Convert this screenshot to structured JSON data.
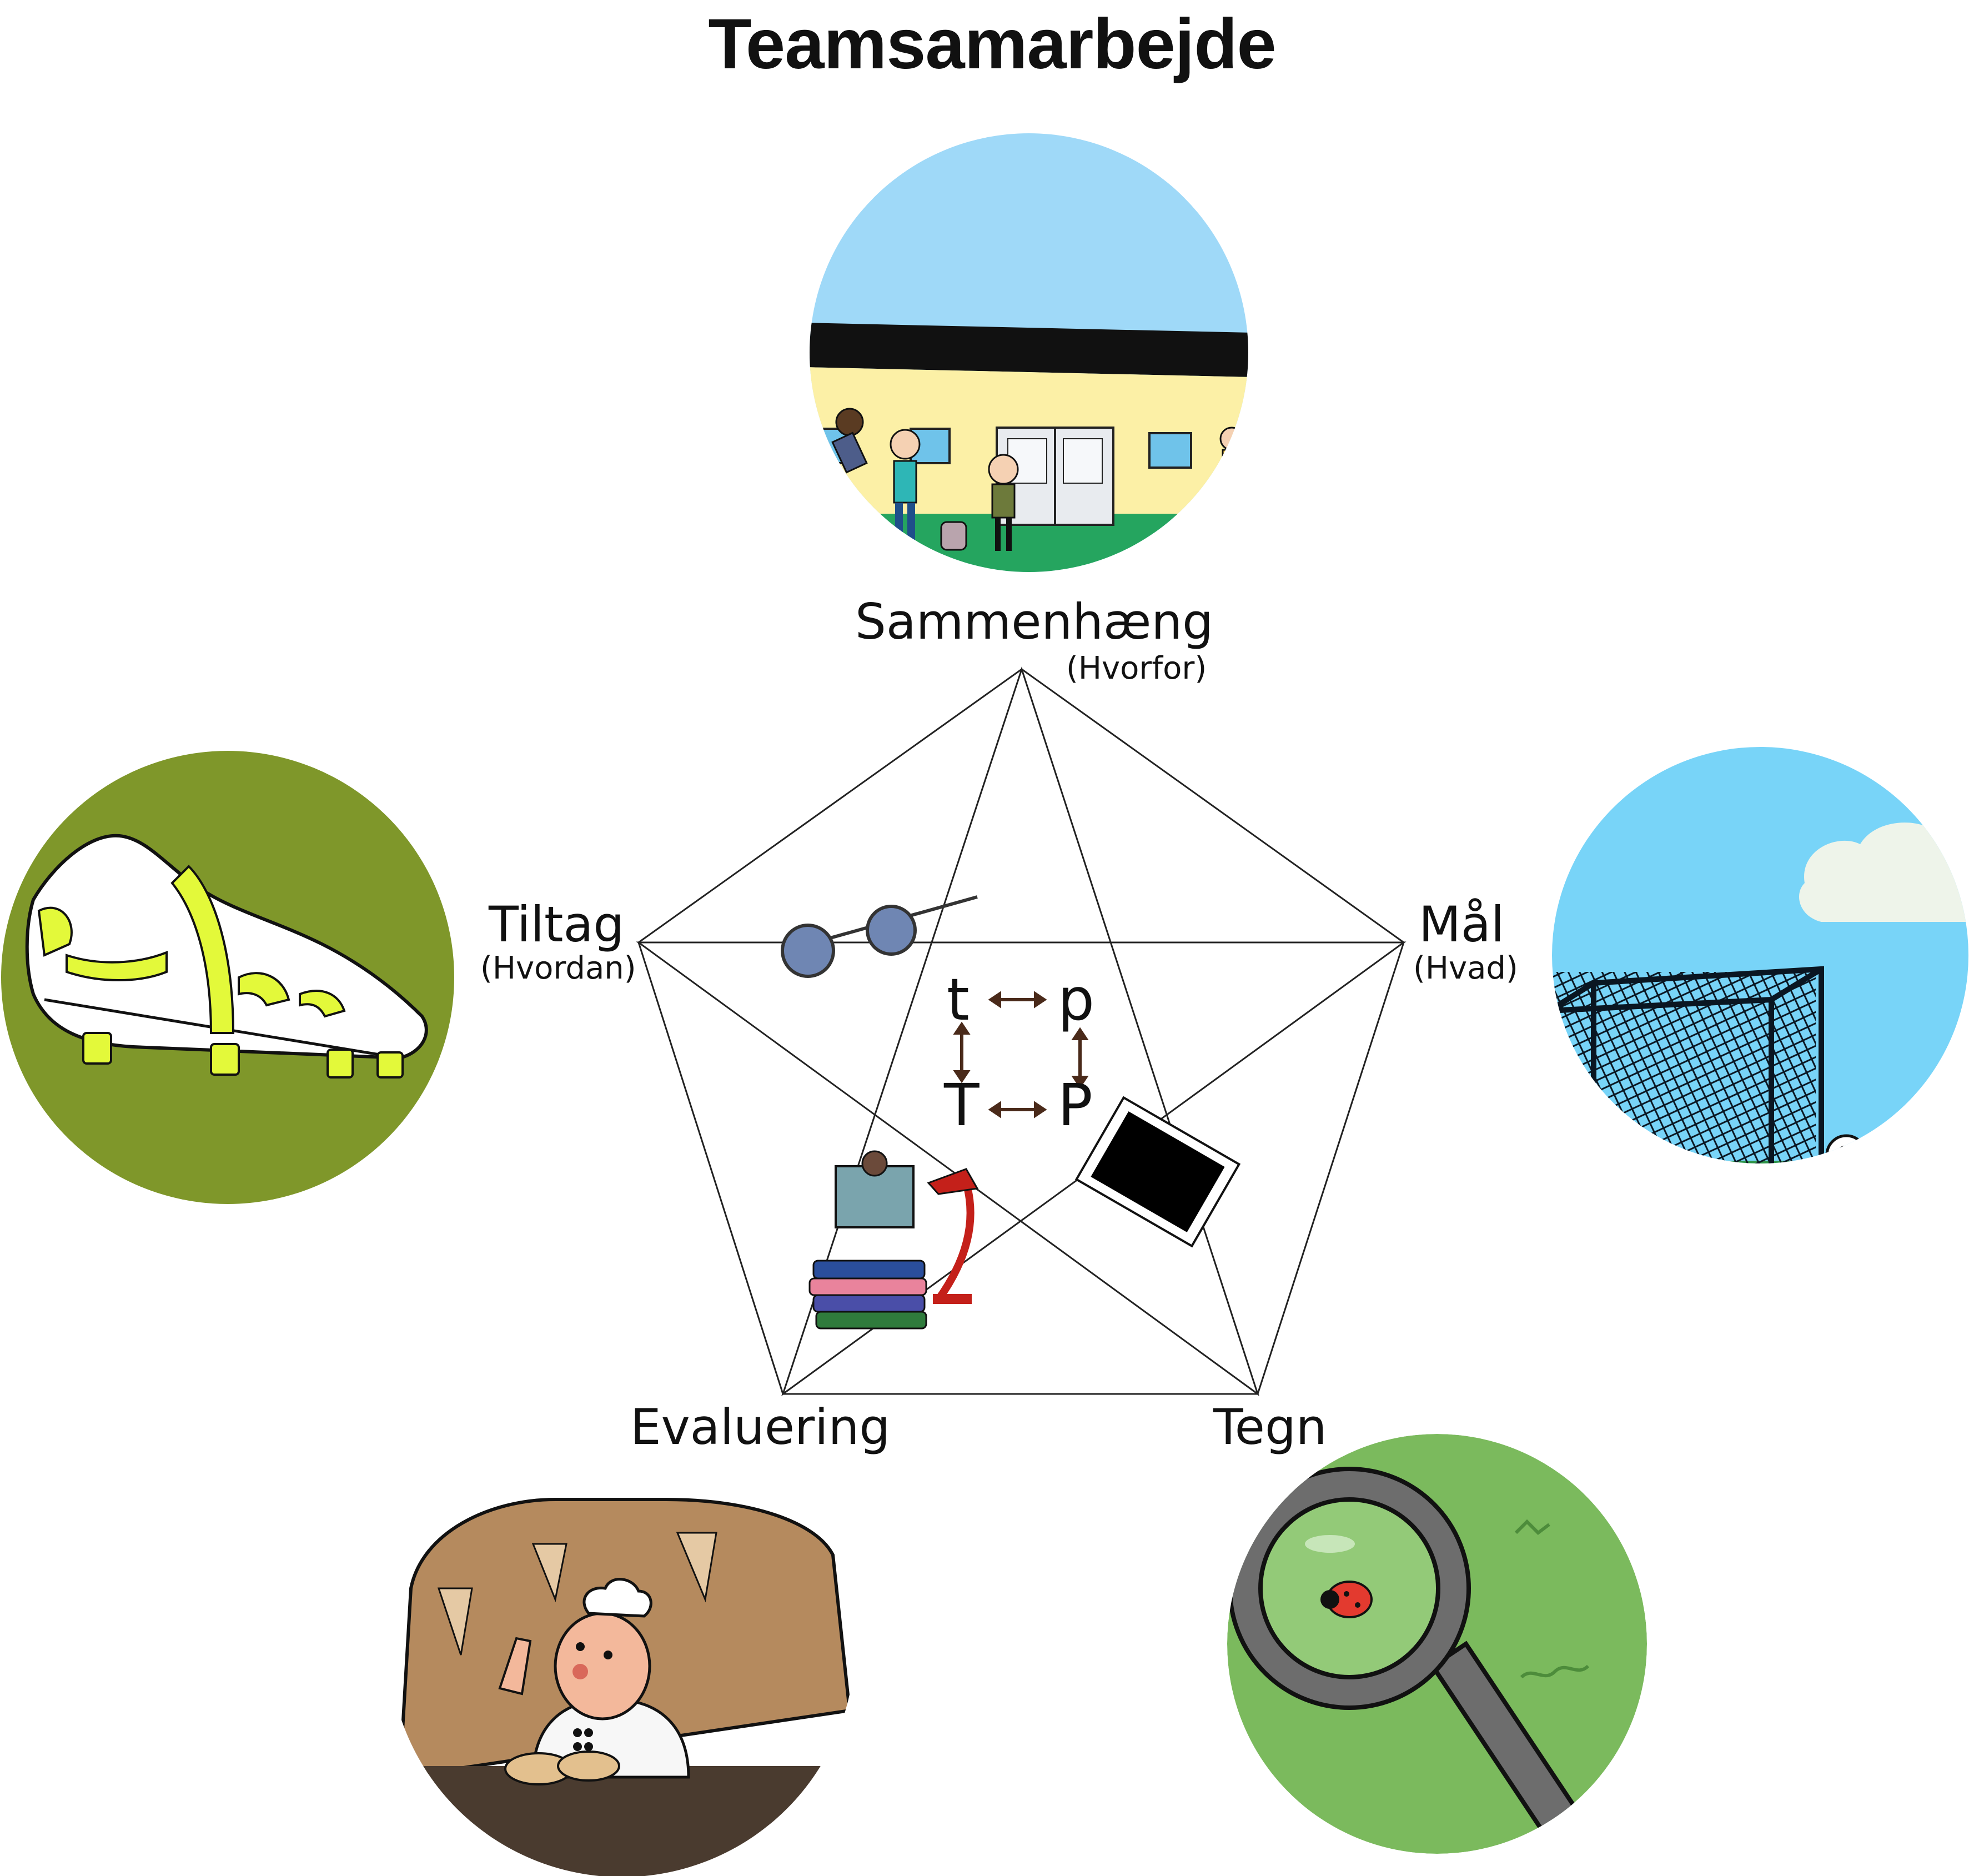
{
  "title": "Teamsamarbejde",
  "nodes": [
    {
      "id": "sammenhaeng",
      "label": "Sammenhæng",
      "sublabel": "(Hvorfor)",
      "illustration": "school-building"
    },
    {
      "id": "maal",
      "label": "Mål",
      "sublabel": "(Hvad)",
      "illustration": "soccer-goal"
    },
    {
      "id": "tegn",
      "label": "Tegn",
      "sublabel": "",
      "illustration": "magnifying-glass-ladybug"
    },
    {
      "id": "evaluering",
      "label": "Evaluering",
      "sublabel": "",
      "illustration": "baker"
    },
    {
      "id": "tiltag",
      "label": "Tiltag",
      "sublabel": "(Hvordan)",
      "illustration": "soccer-cleat"
    }
  ],
  "center": {
    "grid": [
      "t",
      "p",
      "T",
      "P"
    ],
    "icons": [
      "glasses-icon",
      "tablet-icon",
      "books-lamp-icon"
    ]
  },
  "colors": {
    "sky": "#9fd9f8",
    "grass": "#25a55f",
    "wall": "#fcf0a6",
    "shoe_bg": "#7f972a",
    "neon": "#e3f93a",
    "goal_sky": "#78d4f8",
    "tegn_bg": "#7bba5d",
    "bread": "#b58a5e",
    "counter": "#4a3b2f"
  }
}
